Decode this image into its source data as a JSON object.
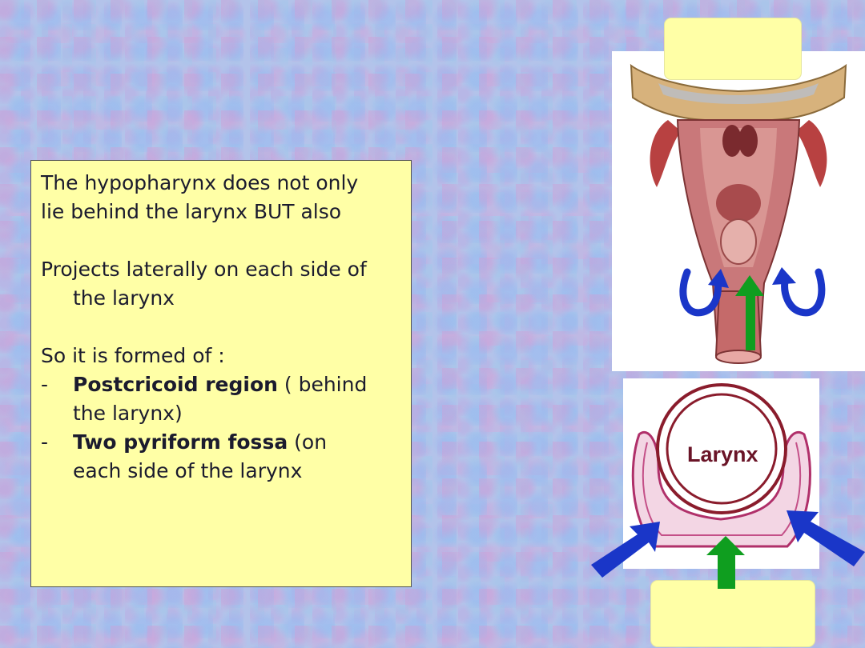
{
  "slide": {
    "lines": [
      "The hypopharynx does not only",
      "lie behind the larynx  BUT also",
      "Projects laterally on each side of",
      "the larynx",
      "So it is formed of :"
    ],
    "bullets": [
      {
        "dash": "-",
        "bold": "Postcricoid region",
        "rest": " ( behind",
        "cont": "the larynx)"
      },
      {
        "dash": "-",
        "bold": "Two pyriform fossa",
        "rest": " (on",
        "cont": "each side of the larynx"
      }
    ]
  },
  "figure": {
    "larynx_label": "Larynx"
  },
  "colors": {
    "text_box_bg": "#ffffa6",
    "arrow_blue": "#1a36c8",
    "arrow_green": "#0f9e1f",
    "tissue_red": "#a63c3c"
  }
}
